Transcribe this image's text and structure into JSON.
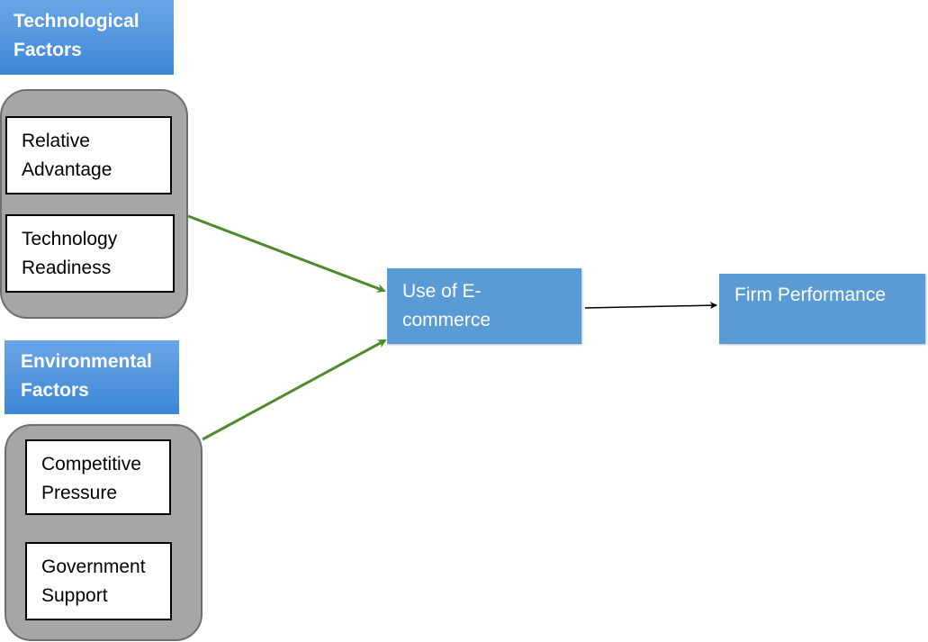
{
  "technological": {
    "header": "Technological Factors",
    "items": [
      "Relative Advantage",
      "Technology Readiness"
    ]
  },
  "environmental": {
    "header": "Environmental Factors",
    "items": [
      "Competitive Pressure",
      "Government Support"
    ]
  },
  "ecommerce": {
    "label": "Use of E-commerce"
  },
  "performance": {
    "label": "Firm Performance"
  },
  "colors": {
    "header_blue": "#4a90d9",
    "node_blue": "#5b9bd5",
    "group_gray": "#a6a6a6",
    "arrow_green": "#4e8a2b",
    "arrow_black": "#000000"
  }
}
